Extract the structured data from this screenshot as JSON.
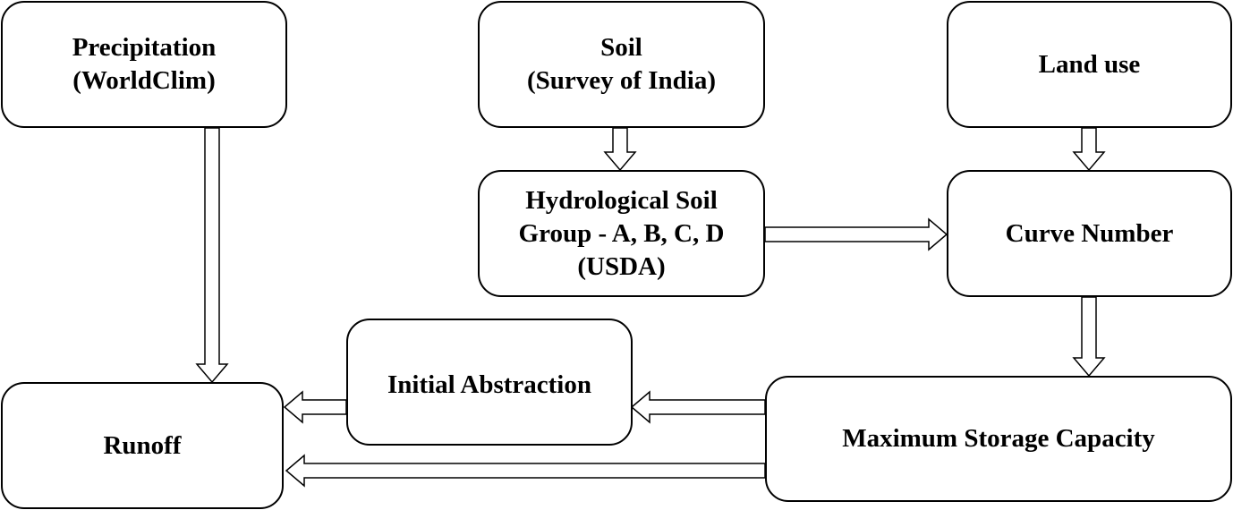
{
  "nodes": {
    "precipitation": "Precipitation\n(WorldClim)",
    "soil": "Soil\n(Survey of India)",
    "land_use": "Land use",
    "hydrological_soil_group": "Hydrological Soil\nGroup  - A, B, C, D\n(USDA)",
    "curve_number": "Curve Number",
    "initial_abstraction": "Initial Abstraction",
    "runoff": "Runoff",
    "maximum_storage_capacity": "Maximum Storage Capacity"
  },
  "edges": [
    {
      "from": "precipitation",
      "to": "runoff"
    },
    {
      "from": "soil",
      "to": "hydrological_soil_group"
    },
    {
      "from": "land_use",
      "to": "curve_number"
    },
    {
      "from": "hydrological_soil_group",
      "to": "curve_number"
    },
    {
      "from": "curve_number",
      "to": "maximum_storage_capacity"
    },
    {
      "from": "maximum_storage_capacity",
      "to": "initial_abstraction"
    },
    {
      "from": "initial_abstraction",
      "to": "runoff"
    },
    {
      "from": "maximum_storage_capacity",
      "to": "runoff"
    }
  ]
}
